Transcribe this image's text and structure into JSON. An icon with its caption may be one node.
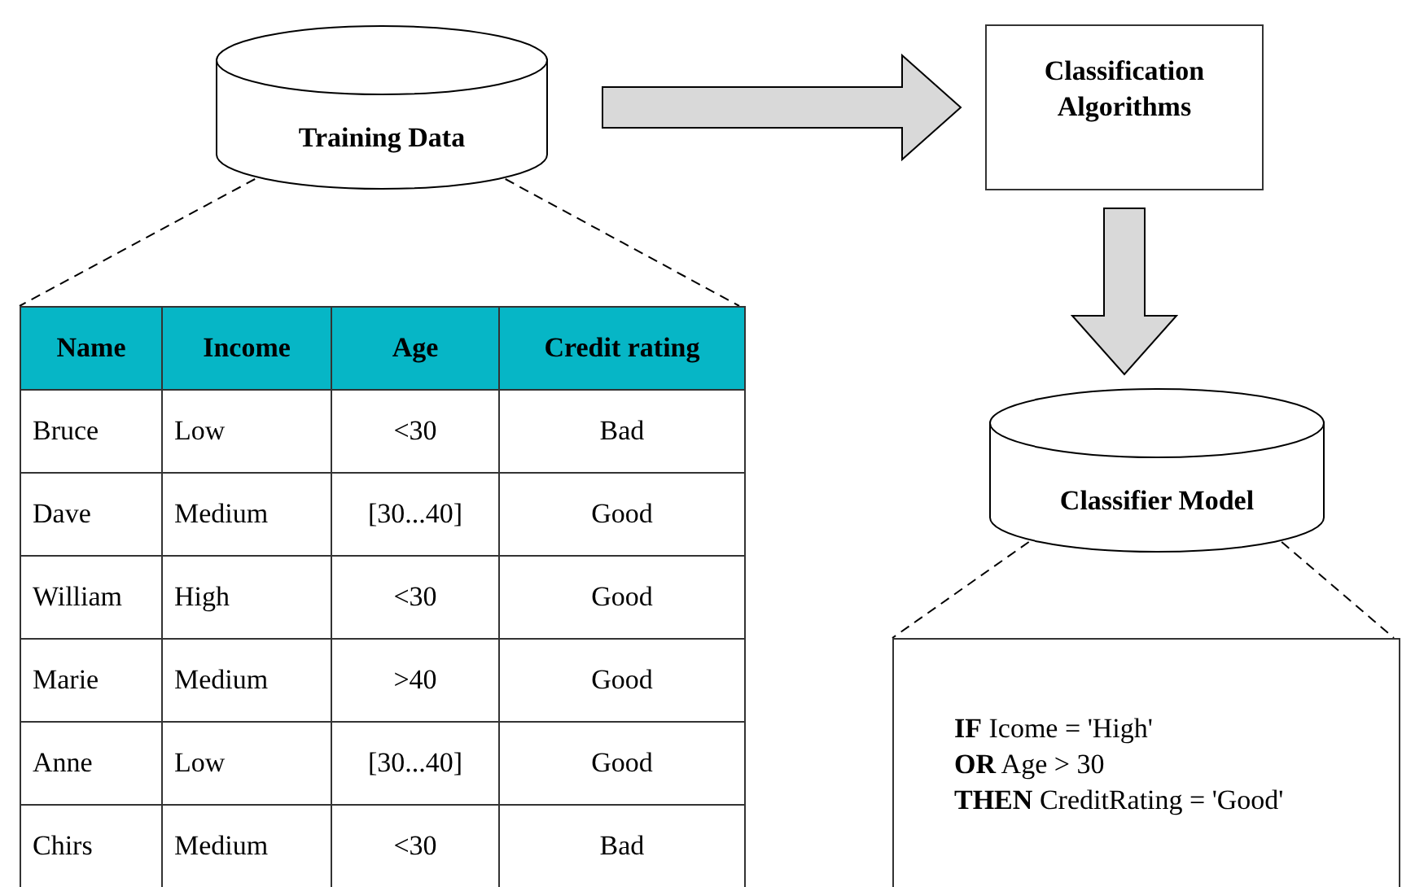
{
  "diagram": {
    "nodes": [
      {
        "text": [
          "Training Data"
        ]
      },
      {
        "text": [
          "Classification Algorithms"
        ]
      },
      {
        "text": [
          "Classifier Model"
        ]
      },
      {
        "text": [],
        "shape": "table"
      },
      {
        "text": [
          "**IF** Icome = 'High'",
          "**OR** Age > 30",
          "**THEN** CreditRating = 'Good'"
        ]
      }
    ],
    "edges": [
      {
        "from": 0,
        "to": 1,
        "arrow": "to",
        "style": "thick"
      },
      {
        "from": 1,
        "to": 2,
        "arrow": "to",
        "style": "thick"
      },
      {
        "from": 0,
        "to": 3,
        "arrow": "none",
        "style": "dashed"
      },
      {
        "from": 0,
        "to": 3,
        "arrow": "none",
        "style": "dashed"
      },
      {
        "from": 2,
        "to": 4,
        "arrow": "none",
        "style": "dashed"
      },
      {
        "from": 2,
        "to": 4,
        "arrow": "none",
        "style": "dashed"
      }
    ],
    "labels": [
      "Name",
      "Income",
      "Age",
      "Credit rating",
      "Bruce",
      "Low",
      "<30",
      "Bad",
      "Dave",
      "Medium",
      "[30...40]",
      "Good",
      "William",
      "High",
      "<30",
      "Good",
      "Marie",
      "Medium",
      ">40",
      "Good",
      "Anne",
      "Low",
      "[30...40]",
      "Good",
      "Chirs",
      "Medium",
      "<30",
      "Bad"
    ]
  }
}
